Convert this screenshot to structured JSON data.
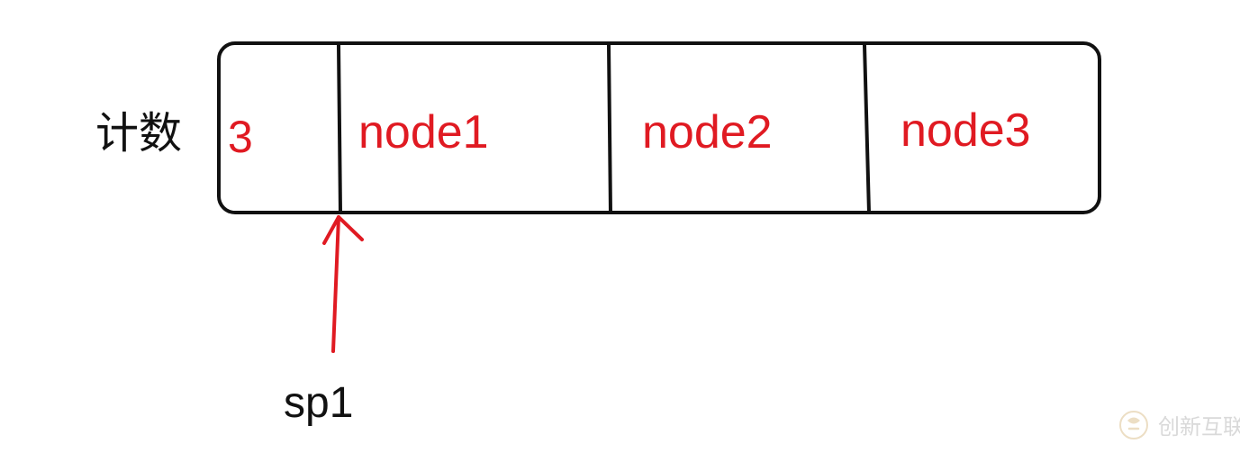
{
  "left_label": "计数",
  "cells": {
    "count": "3",
    "nodes": [
      "node1",
      "node2",
      "node3"
    ]
  },
  "pointer": {
    "label": "sp1"
  },
  "watermark": {
    "text": "创新互联"
  },
  "colors": {
    "outline": "#111111",
    "red": "#e01a22",
    "arrow": "#e01a22"
  }
}
